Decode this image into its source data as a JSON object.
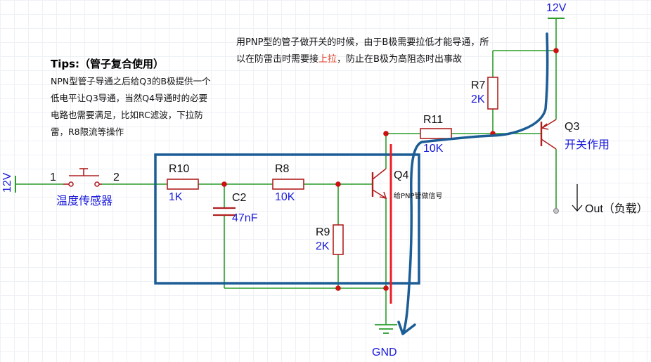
{
  "tips": {
    "title": "Tips:（管子复合使用）",
    "lines": [
      "NPN型管子导通之后给Q3的B极提供一个",
      "低电平让Q3导通，当然Q4导通时的必要",
      "电路也需要满足，比如RC滤波，下拉防",
      "雷，R8限流等操作"
    ]
  },
  "note": {
    "line1": "用PNP型的管子做开关的时候，由于B极需要拉低才能导通，所",
    "line2_pre": "以在防雷击时需要接",
    "line2_hl": "上拉",
    "line2_post": "，防止在B极为高阻态时出事故"
  },
  "components": {
    "vin": "12V",
    "switch_pin1": "1",
    "switch_pin2": "2",
    "sensor": "温度传感器",
    "r10_name": "R10",
    "r10_val": "1K",
    "c2_name": "C2",
    "c2_val": "47nF",
    "r8_name": "R8",
    "r8_val": "10K",
    "r9_name": "R9",
    "r9_val": "2K",
    "q4_name": "Q4",
    "q4_note": "给PNP管做信号",
    "r11_name": "R11",
    "r11_val": "10K",
    "r7_name": "R7",
    "r7_val": "2K",
    "vtop": "12V",
    "q3_name": "Q3",
    "q3_note": "开关作用",
    "out": "Out（负载）",
    "gnd": "GND"
  },
  "colors": {
    "wire": "#2a9d2a",
    "component": "#b02020",
    "junction": "#cc1111",
    "highlight_box": "#1c5d96",
    "red_mark": "#ee1c25",
    "blue_path": "#1c5d96"
  }
}
